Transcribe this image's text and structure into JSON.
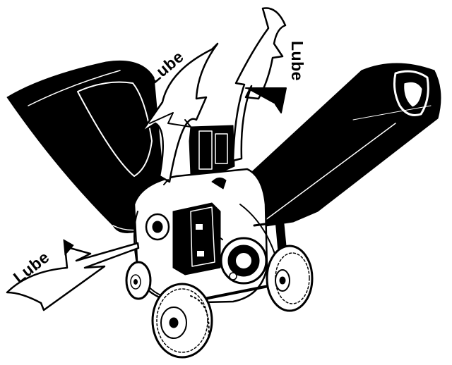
{
  "callouts": [
    {
      "text": "Lube"
    },
    {
      "text": "Lube"
    },
    {
      "text": "Lube"
    }
  ],
  "colors": {
    "ink": "#000000",
    "paper": "#ffffff"
  }
}
